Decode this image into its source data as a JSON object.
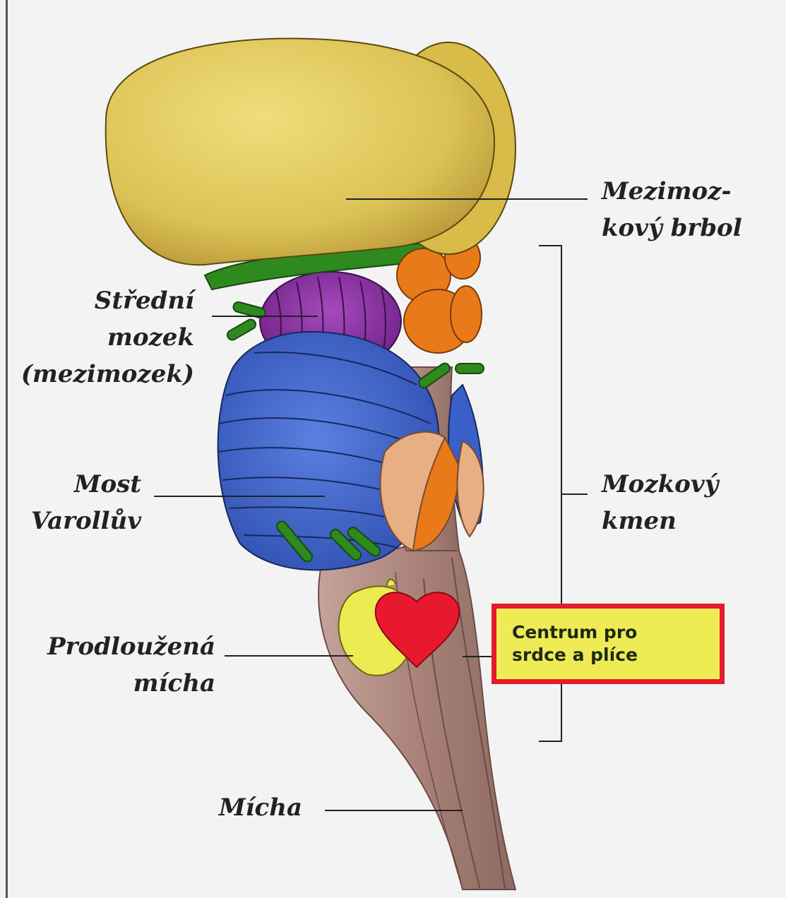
{
  "labels": {
    "diencephalic_hemisphere": [
      "Mezimoz-",
      "kový brbol"
    ],
    "midbrain": [
      "Střední",
      "mozek",
      "(mezimozek)"
    ],
    "pons": [
      "Most",
      "Varollův"
    ],
    "brainstem": [
      "Mozkový",
      "kmen"
    ],
    "medulla": [
      "Prodloužená",
      "mícha"
    ],
    "spinal_cord": [
      "Mícha"
    ]
  },
  "callout": {
    "lines": [
      "Centrum pro",
      "srdce a plíce"
    ]
  },
  "colors": {
    "hemisphere": "#e2c95a",
    "midbrain": "#8a2c9e",
    "pons": "#3a5fc8",
    "green_nerves": "#2e8a1e",
    "orange": "#e97a1a",
    "stem": "#b08a82",
    "heart": "#e8182e",
    "lung_spot": "#eceb52",
    "callout_border": "#e41b2e",
    "callout_fill": "#eeeb55"
  }
}
